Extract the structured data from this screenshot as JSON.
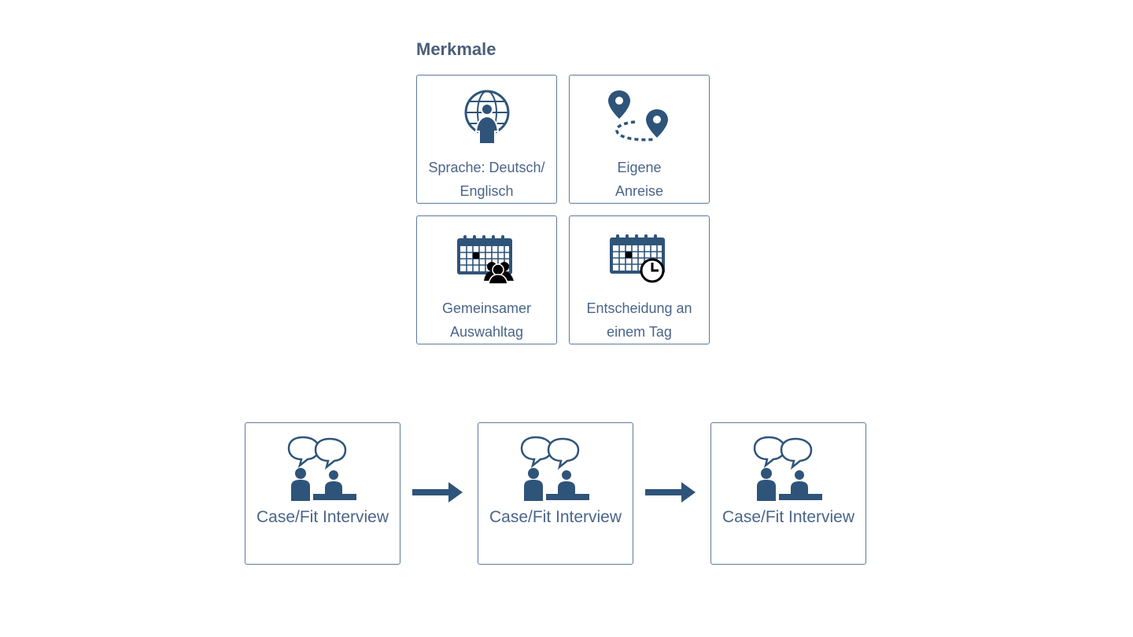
{
  "section": {
    "title": "Merkmale"
  },
  "features": [
    {
      "line1": "Sprache: Deutsch/",
      "line2": "Englisch",
      "icon": "globe-person-icon"
    },
    {
      "line1": "Eigene",
      "line2": "Anreise",
      "icon": "location-route-icon"
    },
    {
      "line1": "Gemeinsamer",
      "line2": "Auswahltag",
      "icon": "calendar-group-icon"
    },
    {
      "line1": "Entscheidung an",
      "line2": "einem Tag",
      "icon": "calendar-clock-icon"
    }
  ],
  "process": {
    "steps": [
      {
        "label": "Case/Fit Interview",
        "icon": "interview-icon"
      },
      {
        "label": "Case/Fit Interview",
        "icon": "interview-icon"
      },
      {
        "label": "Case/Fit Interview",
        "icon": "interview-icon"
      }
    ],
    "connector_icon": "arrow-right-icon"
  },
  "colors": {
    "icon": "#2f5479",
    "border": "#5f7b99",
    "text": "#4a6588",
    "title": "#4a5f78"
  }
}
